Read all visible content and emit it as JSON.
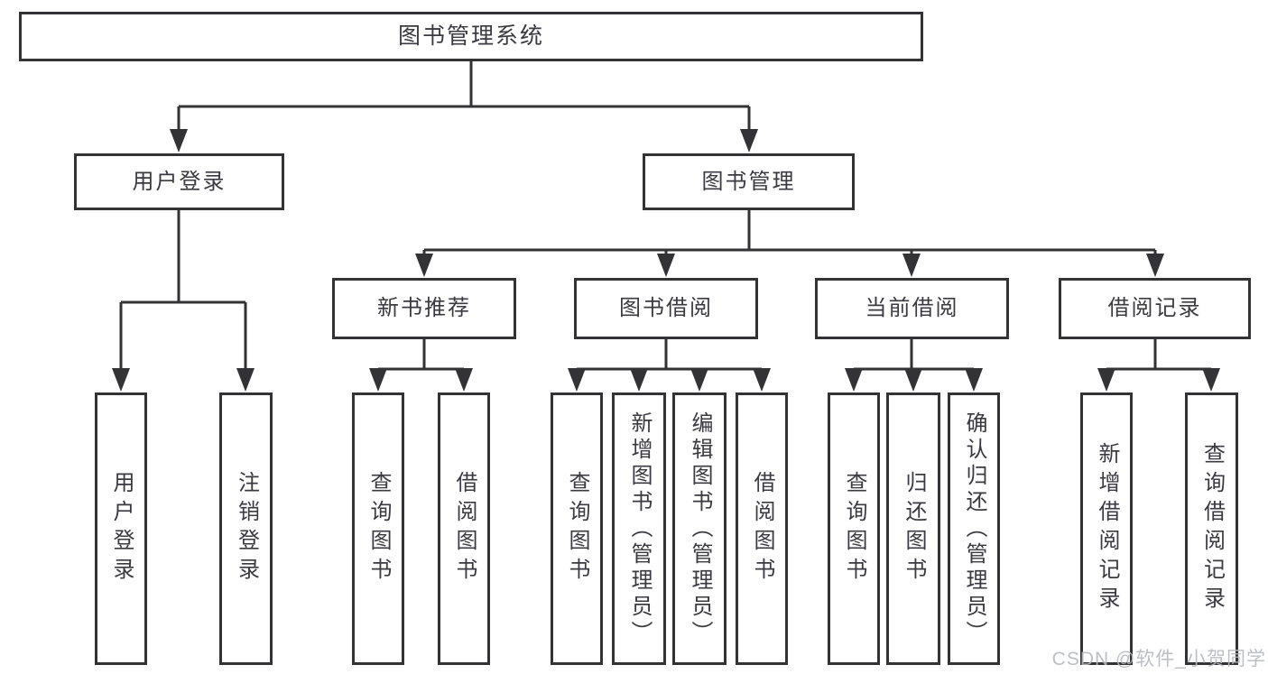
{
  "diagram": {
    "root": {
      "label": "图书管理系统"
    },
    "branches": {
      "user_login": {
        "label": "用户登录",
        "children": {
          "login": "用户登录",
          "logout": "注销登录"
        }
      },
      "book_management": {
        "label": "图书管理",
        "sections": {
          "new_books": {
            "label": "新书推荐",
            "children": {
              "query": "查询图书",
              "borrow": "借阅图书"
            }
          },
          "borrowing": {
            "label": "图书借阅",
            "children": {
              "query": "查询图书",
              "add": "新增图书（管理员）",
              "edit": "编辑图书（管理员）",
              "borrow": "借阅图书"
            }
          },
          "current": {
            "label": "当前借阅",
            "children": {
              "query": "查询图书",
              "return": "归还图书",
              "confirm": "确认归还（管理员）"
            }
          },
          "records": {
            "label": "借阅记录",
            "children": {
              "add": "新增借阅记录",
              "query": "查询借阅记录"
            }
          }
        }
      }
    }
  },
  "watermark": {
    "text": "CSDN @软件_小贺同学"
  },
  "colors": {
    "line": "#333336",
    "text": "#3a3a40",
    "background": "#ffffff",
    "watermark": "#b5b9bd"
  }
}
